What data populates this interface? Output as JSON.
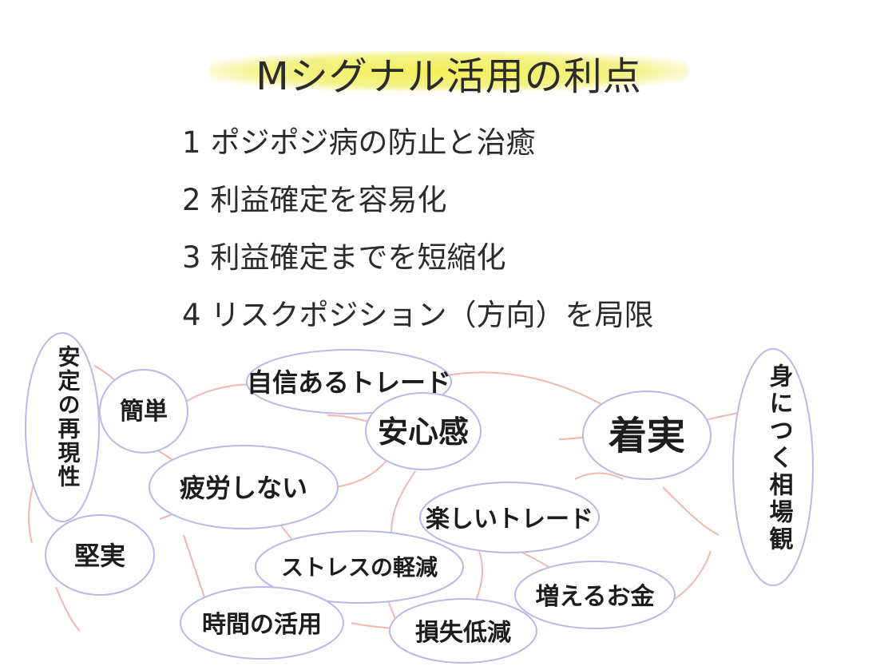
{
  "title": "Mシグナル活用の利点",
  "points": [
    {
      "num": "1",
      "text": "ポジポジ病の防止と治癒"
    },
    {
      "num": "2",
      "text": "利益確定を容易化"
    },
    {
      "num": "3",
      "text": "利益確定までを短縮化"
    },
    {
      "num": "4",
      "text": "リスクポジション（方向）を局限"
    }
  ],
  "bubbles": {
    "stable": "安定の再現性",
    "simple": "簡単",
    "confident": "自信あるトレード",
    "relief": "安心感",
    "steady": "着実",
    "feel": "身につく相場観",
    "notired": "疲労しない",
    "fun": "楽しいトレード",
    "solid": "堅実",
    "stress": "ストレスの軽減",
    "money": "増えるお金",
    "time": "時間の活用",
    "loss": "損失低減"
  },
  "colors": {
    "highlight": "#f2ef56",
    "bubble_stroke": "#b9b9e6",
    "link": "#f0b8b0"
  }
}
